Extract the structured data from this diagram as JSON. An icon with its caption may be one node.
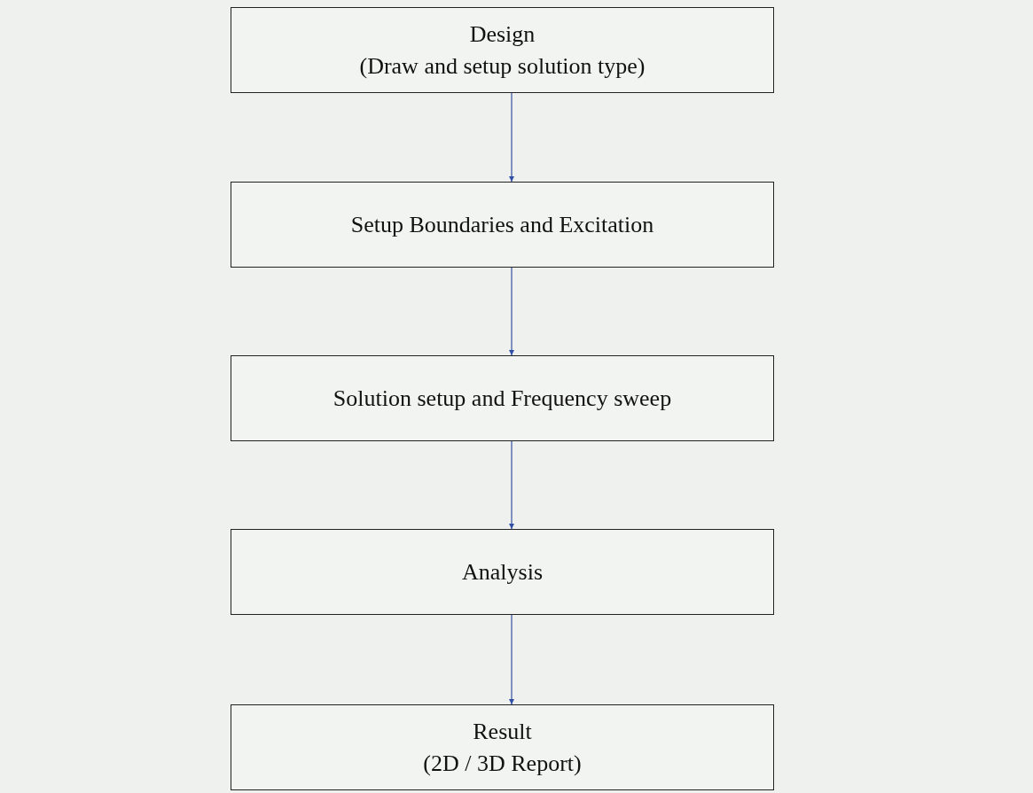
{
  "diagram": {
    "nodes": [
      {
        "text": [
          "Design",
          "(Draw and setup solution type)"
        ]
      },
      {
        "text": [
          "Setup Boundaries and Excitation"
        ]
      },
      {
        "text": [
          "Solution setup and Frequency sweep"
        ]
      },
      {
        "text": [
          "Analysis"
        ]
      },
      {
        "text": [
          "Result",
          "(2D / 3D Report)"
        ]
      }
    ],
    "edges": [
      {
        "from": 0,
        "to": 1,
        "arrow": "to"
      },
      {
        "from": 1,
        "to": 2,
        "arrow": "to"
      },
      {
        "from": 2,
        "to": 3,
        "arrow": "to"
      },
      {
        "from": 3,
        "to": 4,
        "arrow": "to"
      }
    ]
  }
}
